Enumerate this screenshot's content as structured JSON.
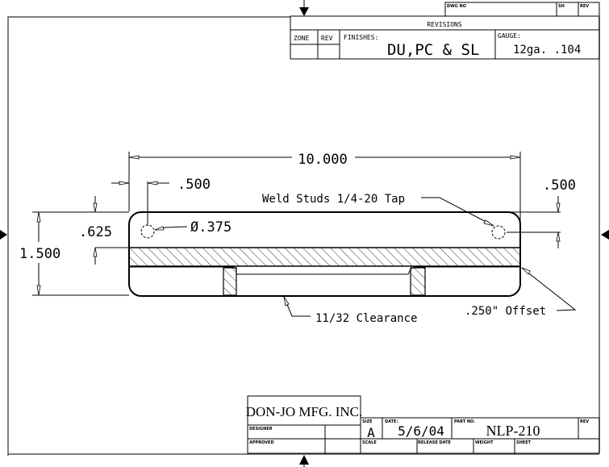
{
  "revisions": {
    "dwg_no_label": "DWG NO",
    "sh_label": "SH",
    "rev_label": "REV",
    "title": "REVISIONS",
    "zone_label": "ZONE",
    "rev_col_label": "REV",
    "finishes_label": "FINISHES:",
    "finishes_value": "DU,PC & SL",
    "gauge_label": "GAUGE:",
    "gauge_value": "12ga. .104"
  },
  "drawing": {
    "overall_length": "10.000",
    "left_offset": ".500",
    "right_offset": ".500",
    "hole_height": ".625",
    "overall_height": "1.500",
    "hole_diameter": "Ø.375",
    "weld_studs_note": "Weld Studs 1/4-20 Tap",
    "clearance_note": "11/32 Clearance",
    "offset_note": ".250\" Offset"
  },
  "title_block": {
    "company": "DON-JO MFG. INC.",
    "designer_label": "DESIGNER",
    "approved_label": "APPROVED",
    "size_label": "SIZE",
    "size_value": "A",
    "date_label": "DATE:",
    "date_value": "5/6/04",
    "part_no_label": "PART NO.",
    "part_no_value": "NLP-210",
    "rev_label": "REV",
    "scale_label": "SCALE",
    "release_date_label": "RELEASE DATE",
    "weight_label": "WEIGHT",
    "sheet_label": "SHEET"
  }
}
